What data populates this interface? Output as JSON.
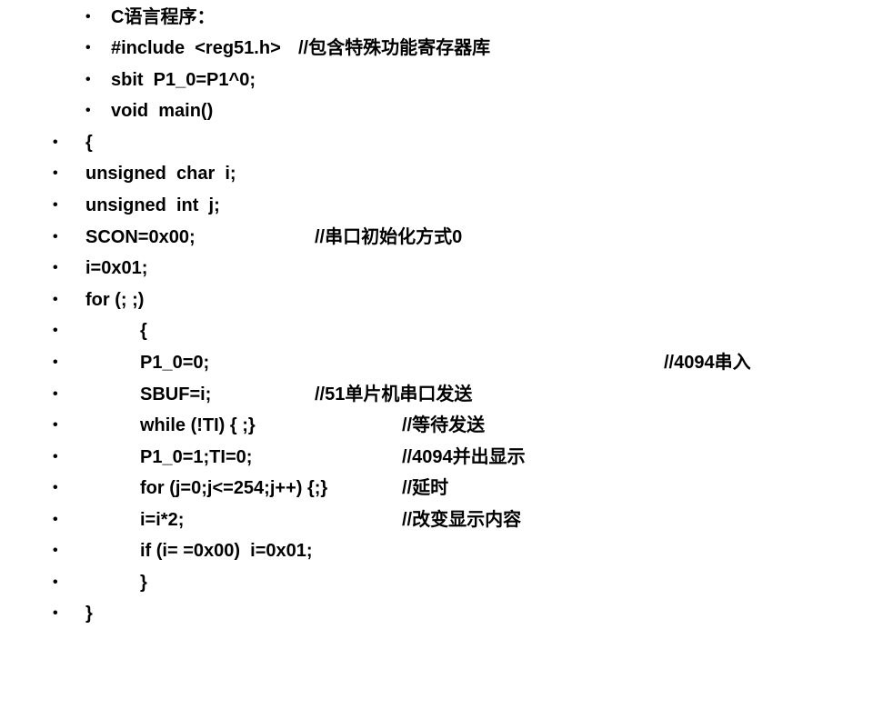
{
  "lines": [
    {
      "code": "C语言程序：",
      "comment": ""
    },
    {
      "code": "#include  <reg51.h>",
      "comment": "//包含特殊功能寄存器库"
    },
    {
      "code": "sbit  P1_0=P1^0;",
      "comment": ""
    },
    {
      "code": "void  main()",
      "comment": ""
    },
    {
      "code": "{",
      "comment": ""
    },
    {
      "code": "unsigned  char  i;",
      "comment": ""
    },
    {
      "code": "unsigned  int  j;",
      "comment": ""
    },
    {
      "code": "SCON=0x00;",
      "comment": "//串口初始化方式0"
    },
    {
      "code": "i=0x01;",
      "comment": ""
    },
    {
      "code": "for (; ;)",
      "comment": ""
    },
    {
      "code": "{",
      "comment": ""
    },
    {
      "code": "P1_0=0;",
      "comment": "//4094串入"
    },
    {
      "code": "SBUF=i;",
      "comment": "//51单片机串口发送"
    },
    {
      "code": "while (!TI) { ;}",
      "comment": "//等待发送"
    },
    {
      "code": "P1_0=1;TI=0;",
      "comment": "//4094并出显示"
    },
    {
      "code": "for (j=0;j<=254;j++) {;}",
      "comment": "//延时"
    },
    {
      "code": "i=i*2;",
      "comment": "//改变显示内容"
    },
    {
      "code": "if (i= =0x00)  i=0x01;",
      "comment": ""
    },
    {
      "code": "}",
      "comment": ""
    },
    {
      "code": "}",
      "comment": ""
    }
  ],
  "bullet_glyph": "•"
}
